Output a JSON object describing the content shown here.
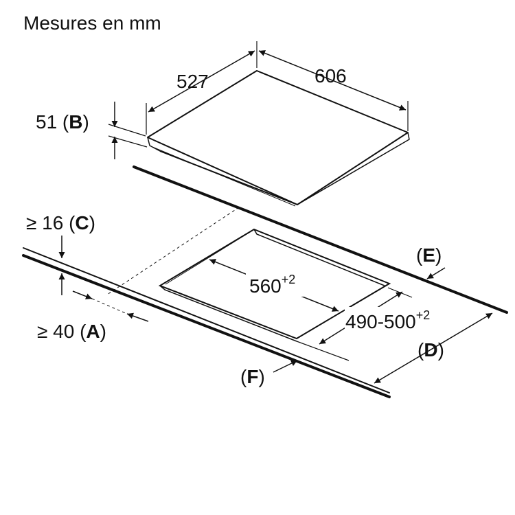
{
  "title": "Mesures en mm",
  "dimensions": {
    "hob_depth": "527",
    "hob_width": "606",
    "hob_height": {
      "value": "51",
      "letter": "B"
    },
    "gap_c": {
      "prefix": "≥ 16",
      "letter": "C"
    },
    "gap_a": {
      "prefix": "≥ 40",
      "letter": "A"
    },
    "cutout_width": {
      "value": "560",
      "tolerance": "+2"
    },
    "cutout_depth": {
      "value": "490-500",
      "tolerance": "+2"
    },
    "letter_d": "D",
    "letter_e": "E",
    "letter_f": "F"
  }
}
